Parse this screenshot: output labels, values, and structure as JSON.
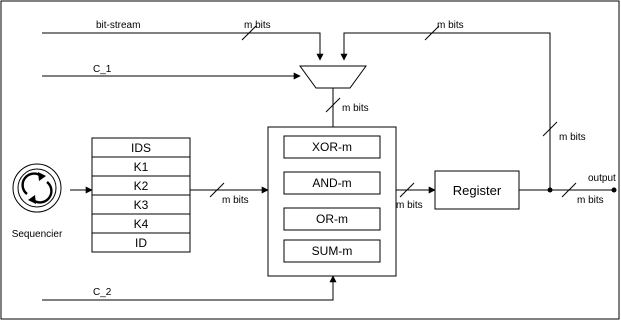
{
  "signals": {
    "bit_stream": "bit-stream",
    "c1": "C_1",
    "c2": "C_2",
    "output": "output"
  },
  "bus_labels": {
    "top_input": "m bits",
    "feedback": "m bits",
    "mux_out": "m bits",
    "table_out": "m bits",
    "alu_out": "m bits",
    "right_vertical": "m bits",
    "output": "m bits"
  },
  "sequencer": {
    "label": "Sequencier",
    "icon": "circular-arrows-icon"
  },
  "key_table": {
    "rows": [
      "IDS",
      "K1",
      "K2",
      "K3",
      "K4",
      "ID"
    ]
  },
  "alu": {
    "ops": [
      "XOR-m",
      "AND-m",
      "OR-m",
      "SUM-m"
    ]
  },
  "register": {
    "label": "Register"
  }
}
